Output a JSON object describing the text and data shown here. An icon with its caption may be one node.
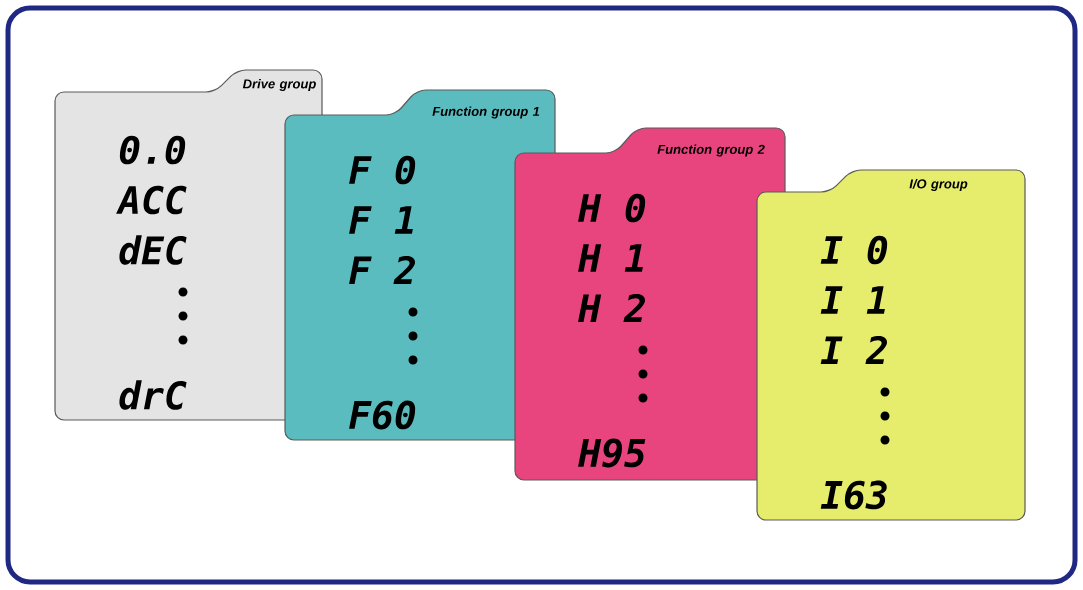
{
  "diagram": {
    "nodes": [
      {
        "text": [
          "Drive group",
          "0.0",
          "ACC",
          "dEC",
          "drC"
        ]
      },
      {
        "text": [
          "Function group 1",
          "F 0",
          "F 1",
          "F 2",
          "F60"
        ]
      },
      {
        "text": [
          "Function group 2",
          "H 0",
          "H 1",
          "H 2",
          "H95"
        ]
      },
      {
        "text": [
          "I/O group",
          "I 0",
          "I 1",
          "I 2",
          "I63"
        ]
      }
    ]
  }
}
